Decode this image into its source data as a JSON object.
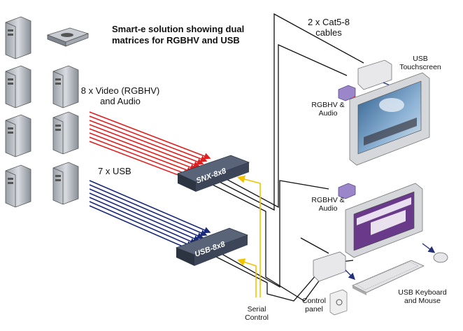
{
  "title_line1": "Smart-e solution showing dual",
  "title_line2": "matrices for RGBHV and USB",
  "labels": {
    "video_line1": "8 x Video (RGBHV)",
    "video_line2": "and Audio",
    "usb_count": "7 x USB",
    "cables_line1": "2 x Cat5-8",
    "cables_line2": "cables",
    "touch_line1": "USB",
    "touch_line2": "Touchscreen",
    "rgbhv_top_line1": "RGBHV &",
    "rgbhv_top_line2": "Audio",
    "rgbhv_bottom_line1": "RGBHV &",
    "rgbhv_bottom_line2": "Audio",
    "serial_line1": "Serial",
    "serial_line2": "Control",
    "control_line1": "Control",
    "control_line2": "panel",
    "keyboard_line1": "USB Keyboard",
    "keyboard_line2": "and Mouse"
  },
  "devices": {
    "snx": "SNX-8x8",
    "usb": "USB-8x8"
  },
  "colors": {
    "video_lines": "#e02020",
    "usb_lines": "#1a2a7a",
    "serial_lines": "#f2c400",
    "cables": "#111111",
    "switch_body": "#3c4658",
    "switch_top": "#5a6478",
    "extender": "#9b86c9"
  }
}
